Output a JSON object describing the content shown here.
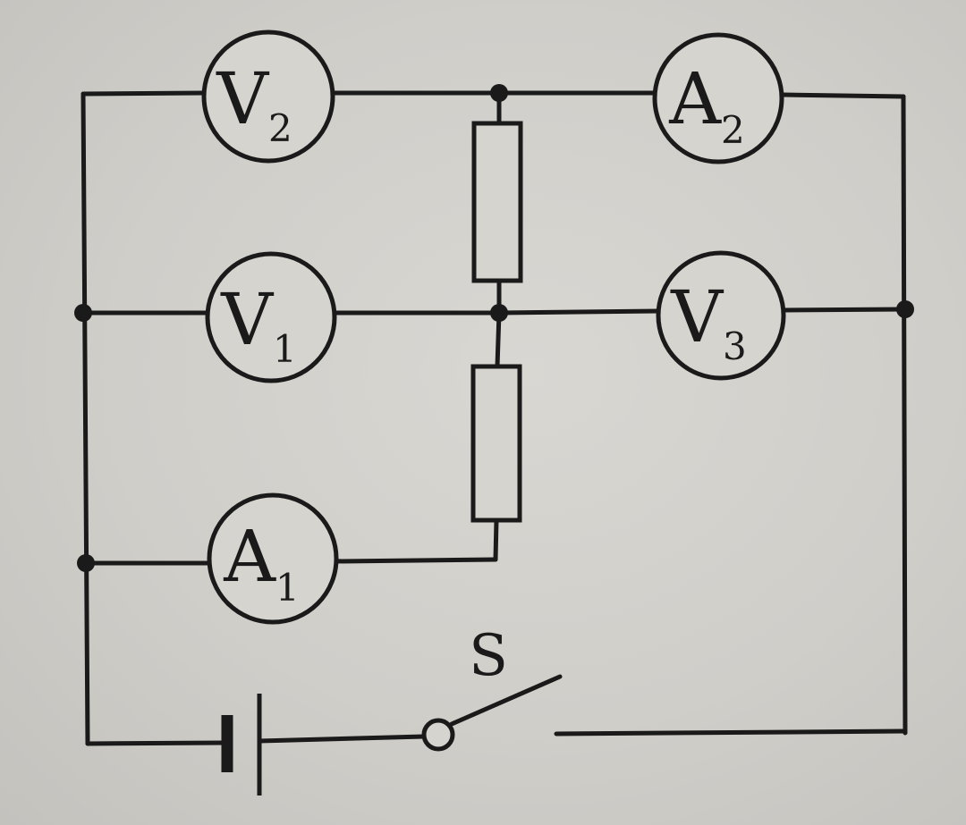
{
  "meters": {
    "v2": {
      "letter": "V",
      "sub": "2"
    },
    "a2": {
      "letter": "A",
      "sub": "2"
    },
    "v1": {
      "letter": "V",
      "sub": "1"
    },
    "v3": {
      "letter": "V",
      "sub": "3"
    },
    "a1": {
      "letter": "A",
      "sub": "1"
    }
  },
  "switch": {
    "label": "S"
  }
}
